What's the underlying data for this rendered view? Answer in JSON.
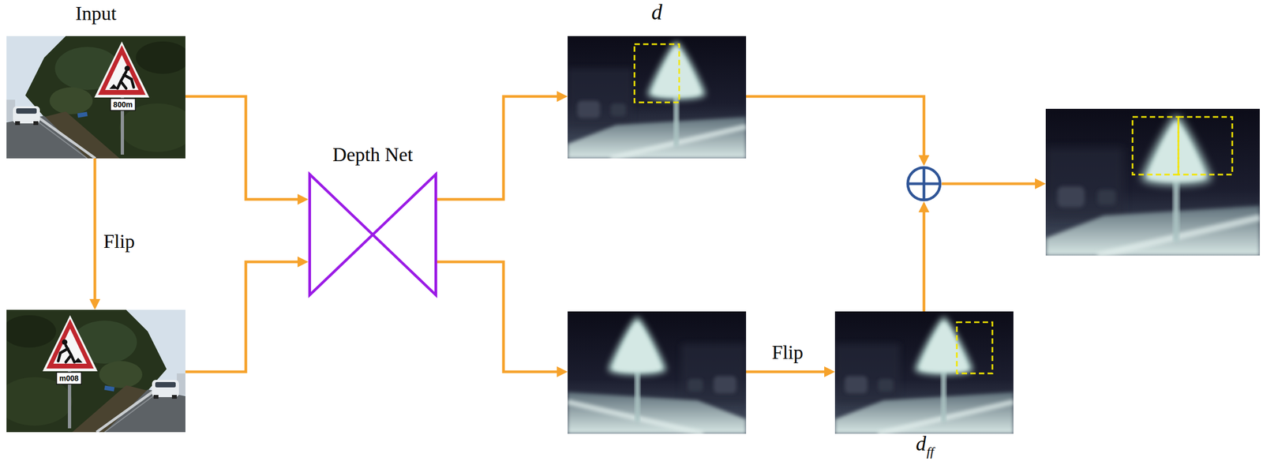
{
  "diagram": {
    "nodes": [
      {
        "text": [
          "Input"
        ]
      },
      {
        "text": []
      },
      {
        "text": [
          "Depth Net"
        ]
      },
      {
        "text": [
          "d"
        ]
      },
      {
        "text": []
      },
      {
        "text": [
          "d",
          "ff"
        ]
      },
      {
        "text": []
      },
      {
        "text": []
      }
    ],
    "edges": [
      {
        "from": 0,
        "to": 1,
        "arrow": "to",
        "label": "Flip"
      },
      {
        "from": 0,
        "to": 2,
        "arrow": "to"
      },
      {
        "from": 1,
        "to": 2,
        "arrow": "to"
      },
      {
        "from": 2,
        "to": 3,
        "arrow": "to"
      },
      {
        "from": 2,
        "to": 4,
        "arrow": "to"
      },
      {
        "from": 4,
        "to": 5,
        "arrow": "to",
        "label": "Flip"
      },
      {
        "from": 3,
        "to": 6,
        "arrow": "to"
      },
      {
        "from": 5,
        "to": 6,
        "arrow": "to"
      },
      {
        "from": 6,
        "to": 7,
        "arrow": "to"
      }
    ],
    "labels": [
      "800m",
      "m008"
    ]
  }
}
